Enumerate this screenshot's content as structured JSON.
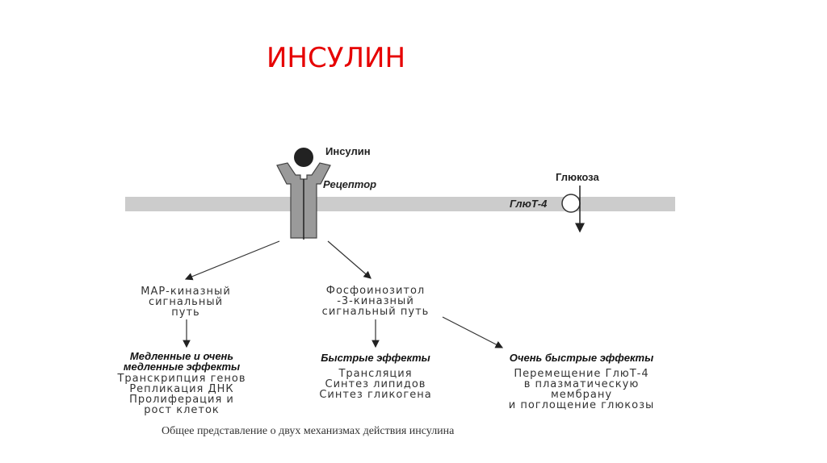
{
  "title": "ИНСУЛИН",
  "labels": {
    "insulin": "Инсулин",
    "receptor": "Рецептор",
    "glucose": "Глюкоза",
    "glut4": "ГлюТ-4"
  },
  "pathways": {
    "map": [
      "МАР-киназный",
      "сигнальный",
      "путь"
    ],
    "pi3k": [
      "Фосфоинозитол",
      "-3-киназный",
      "сигнальный путь"
    ]
  },
  "effects": {
    "slow": {
      "heading": [
        "Медленные и очень",
        "медленные эффекты"
      ],
      "items": [
        "Транскрипция генов",
        "Репликация ДНК",
        "Пролиферация и",
        "рост клеток"
      ]
    },
    "fast": {
      "heading": [
        "Быстрые эффекты"
      ],
      "items": [
        "Трансляция",
        "Синтез липидов",
        "Синтез гликогена"
      ]
    },
    "very_fast": {
      "heading": [
        "Очень быстрые эффекты"
      ],
      "items": [
        "Перемещение ГлюТ-4",
        "в плазматическую",
        "мембрану",
        "и поглощение глюкозы"
      ]
    }
  },
  "caption": "Общее представление о двух механизмах действия инсулина",
  "colors": {
    "title": "#e60000",
    "membrane": "#cccccc",
    "receptor": "#999999"
  }
}
